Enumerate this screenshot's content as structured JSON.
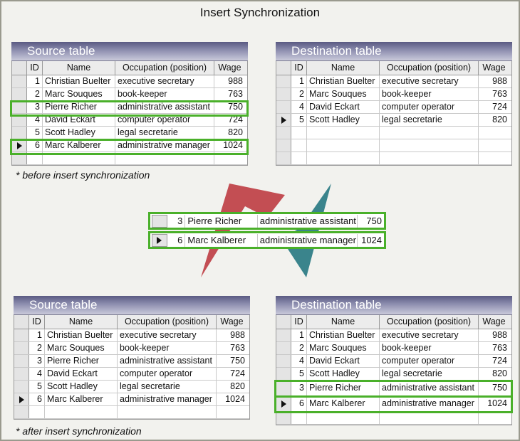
{
  "title": "Insert Synchronization",
  "columns": {
    "id": "ID",
    "name": "Name",
    "occupation": "Occupation (position)",
    "wage": "Wage"
  },
  "before": {
    "note": "* before insert synchronization",
    "source": {
      "title": "Source table",
      "rows": [
        {
          "id": "1",
          "name": "Christian Buelter",
          "occupation": "executive secretary",
          "wage": "988"
        },
        {
          "id": "2",
          "name": "Marc Souques",
          "occupation": "book-keeper",
          "wage": "763"
        },
        {
          "id": "3",
          "name": "Pierre Richer",
          "occupation": "administrative assistant",
          "wage": "750"
        },
        {
          "id": "4",
          "name": "David Eckart",
          "occupation": "computer operator",
          "wage": "724"
        },
        {
          "id": "5",
          "name": "Scott Hadley",
          "occupation": "legal secretarie",
          "wage": "820"
        },
        {
          "id": "6",
          "name": "Marc Kalberer",
          "occupation": "administrative manager",
          "wage": "1024"
        }
      ]
    },
    "destination": {
      "title": "Destination table",
      "rows": [
        {
          "id": "1",
          "name": "Christian Buelter",
          "occupation": "executive secretary",
          "wage": "988"
        },
        {
          "id": "2",
          "name": "Marc Souques",
          "occupation": "book-keeper",
          "wage": "763"
        },
        {
          "id": "4",
          "name": "David Eckart",
          "occupation": "computer operator",
          "wage": "724"
        },
        {
          "id": "5",
          "name": "Scott Hadley",
          "occupation": "legal secretarie",
          "wage": "820"
        }
      ]
    }
  },
  "transfer": [
    {
      "id": "3",
      "name": "Pierre Richer",
      "occupation": "administrative assistant",
      "wage": "750"
    },
    {
      "id": "6",
      "name": "Marc Kalberer",
      "occupation": "administrative manager",
      "wage": "1024"
    }
  ],
  "after": {
    "note": "* after insert synchronization",
    "source": {
      "title": "Source table",
      "rows": [
        {
          "id": "1",
          "name": "Christian Buelter",
          "occupation": "executive secretary",
          "wage": "988"
        },
        {
          "id": "2",
          "name": "Marc Souques",
          "occupation": "book-keeper",
          "wage": "763"
        },
        {
          "id": "3",
          "name": "Pierre Richer",
          "occupation": "administrative assistant",
          "wage": "750"
        },
        {
          "id": "4",
          "name": "David Eckart",
          "occupation": "computer operator",
          "wage": "724"
        },
        {
          "id": "5",
          "name": "Scott Hadley",
          "occupation": "legal secretarie",
          "wage": "820"
        },
        {
          "id": "6",
          "name": "Marc Kalberer",
          "occupation": "administrative manager",
          "wage": "1024"
        }
      ]
    },
    "destination": {
      "title": "Destination table",
      "rows": [
        {
          "id": "1",
          "name": "Christian Buelter",
          "occupation": "executive secretary",
          "wage": "988"
        },
        {
          "id": "2",
          "name": "Marc Souques",
          "occupation": "book-keeper",
          "wage": "763"
        },
        {
          "id": "4",
          "name": "David Eckart",
          "occupation": "computer operator",
          "wage": "724"
        },
        {
          "id": "5",
          "name": "Scott Hadley",
          "occupation": "legal secretarie",
          "wage": "820"
        },
        {
          "id": "3",
          "name": "Pierre Richer",
          "occupation": "administrative assistant",
          "wage": "750"
        },
        {
          "id": "6",
          "name": "Marc Kalberer",
          "occupation": "administrative manager",
          "wage": "1024"
        }
      ]
    }
  },
  "colors": {
    "highlight": "#4ab02a",
    "logo_red": "#c0444a",
    "logo_teal": "#2f7d86"
  },
  "icons": {
    "current_row": "row-pointer-arrow-icon",
    "logo": "sync-logo-icon"
  }
}
